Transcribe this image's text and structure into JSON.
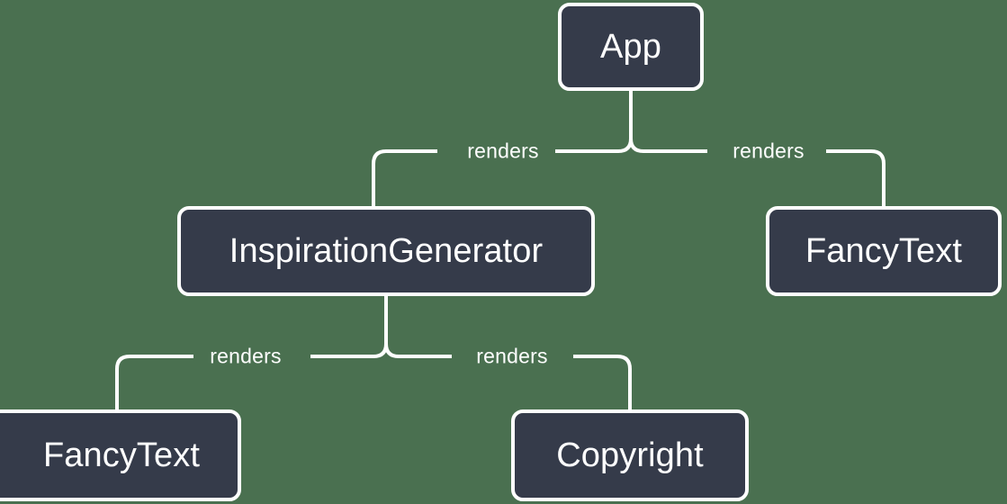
{
  "diagram": {
    "type": "component-tree",
    "title": "React component tree",
    "background_color": "#4a7050",
    "node_fill_color": "#353b4a",
    "node_border_color": "#ffffff",
    "edge_color": "#ffffff",
    "text_color": "#ffffff",
    "nodes": [
      {
        "id": "app",
        "label": "App"
      },
      {
        "id": "inspiration",
        "label": "InspirationGenerator"
      },
      {
        "id": "fancytext_right",
        "label": "FancyText"
      },
      {
        "id": "fancytext_bottom",
        "label": "FancyText"
      },
      {
        "id": "copyright",
        "label": "Copyright"
      }
    ],
    "edges": [
      {
        "from": "app",
        "to": "inspiration",
        "label": "renders"
      },
      {
        "from": "app",
        "to": "fancytext_right",
        "label": "renders"
      },
      {
        "from": "inspiration",
        "to": "fancytext_bottom",
        "label": "renders"
      },
      {
        "from": "inspiration",
        "to": "copyright",
        "label": "renders"
      }
    ]
  }
}
